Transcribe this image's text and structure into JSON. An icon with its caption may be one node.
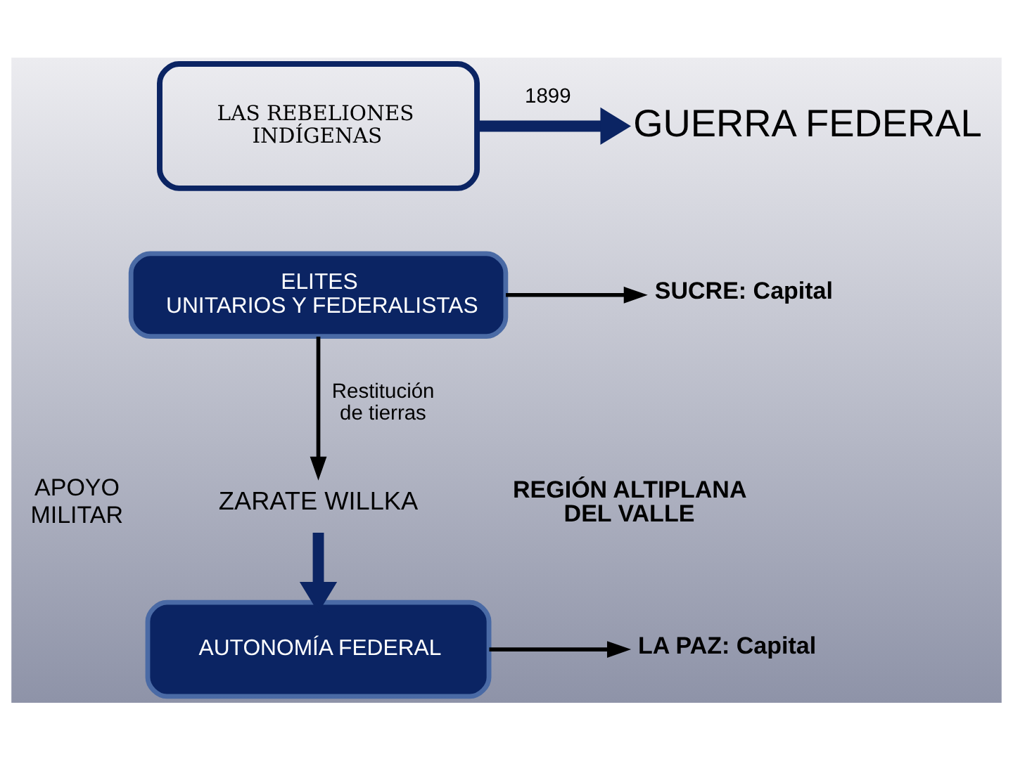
{
  "diagram": {
    "nodes": [
      {
        "text": [
          "LAS REBELIONES INDÍGENAS"
        ]
      },
      {
        "text": [
          "GUERRA FEDERAL"
        ]
      },
      {
        "text": [
          "ELITES",
          "UNITARIOS Y FEDERALISTAS"
        ]
      },
      {
        "text": [
          "SUCRE: Capital"
        ]
      },
      {
        "text": [
          "ZARATE WILLKA"
        ]
      },
      {
        "text": [
          "AUTONOMÍA FEDERAL"
        ]
      },
      {
        "text": [
          "LA PAZ: Capital"
        ]
      }
    ],
    "edges": [
      {
        "from": 0,
        "to": 1,
        "arrow": "to",
        "label": "1899",
        "style": "thick",
        "color": "#0b2463"
      },
      {
        "from": 2,
        "to": 3,
        "arrow": "to"
      },
      {
        "from": 2,
        "to": 4,
        "arrow": "to",
        "label": "Restitución de tierras"
      },
      {
        "from": 4,
        "to": 5,
        "arrow": "to",
        "style": "thick",
        "color": "#0b2463"
      },
      {
        "from": 5,
        "to": 6,
        "arrow": "to"
      }
    ],
    "labels": [
      "APOYO MILITAR",
      "REGIÓN ALTIPLANA DEL VALLE"
    ]
  }
}
